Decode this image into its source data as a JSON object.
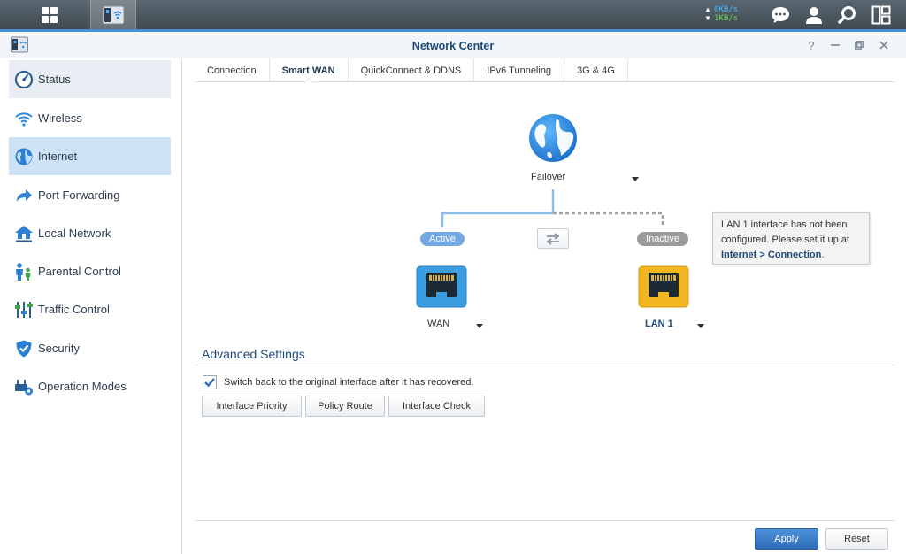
{
  "taskbar": {
    "upload_speed": "0KB/s",
    "download_speed": "1KB/s",
    "icons": [
      "main-menu-icon",
      "network-center-app-icon",
      "chat-icon",
      "user-icon",
      "search-icon",
      "widgets-icon"
    ]
  },
  "window": {
    "title": "Network Center",
    "controls": [
      "help-icon",
      "minimize-icon",
      "maximize-icon",
      "close-icon"
    ]
  },
  "sidebar": {
    "items": [
      {
        "label": "Status",
        "icon": "status-icon"
      },
      {
        "label": "Wireless",
        "icon": "wifi-icon"
      },
      {
        "label": "Internet",
        "icon": "globe-icon",
        "selected": true
      },
      {
        "label": "Port Forwarding",
        "icon": "forward-arrow-icon"
      },
      {
        "label": "Local Network",
        "icon": "home-network-icon"
      },
      {
        "label": "Parental Control",
        "icon": "family-icon"
      },
      {
        "label": "Traffic Control",
        "icon": "sliders-icon"
      },
      {
        "label": "Security",
        "icon": "shield-icon"
      },
      {
        "label": "Operation Modes",
        "icon": "router-gear-icon"
      }
    ]
  },
  "tabs": [
    {
      "label": "Connection"
    },
    {
      "label": "Smart WAN",
      "active": true
    },
    {
      "label": "QuickConnect & DDNS"
    },
    {
      "label": "IPv6 Tunneling"
    },
    {
      "label": "3G & 4G"
    }
  ],
  "diagram": {
    "mode": "Failover",
    "wan": {
      "label": "WAN",
      "state": "Active",
      "color": "#3c9de0"
    },
    "lan": {
      "label": "LAN 1",
      "state": "Inactive",
      "color": "#f2b620"
    },
    "tooltip": {
      "text": "LAN 1 interface has not been configured. Please set it up at",
      "link": "Internet > Connection",
      "end": "."
    }
  },
  "advanced": {
    "title": "Advanced Settings",
    "checkbox_label": "Switch back to the original interface after it has recovered.",
    "checkbox_checked": true,
    "buttons": [
      "Interface Priority",
      "Policy Route",
      "Interface Check"
    ]
  },
  "footer": {
    "apply": "Apply",
    "reset": "Reset"
  },
  "colors": {
    "accent": "#2d6db6",
    "active_pill": "#73a9e3",
    "inactive_pill": "#9b9b9b"
  }
}
